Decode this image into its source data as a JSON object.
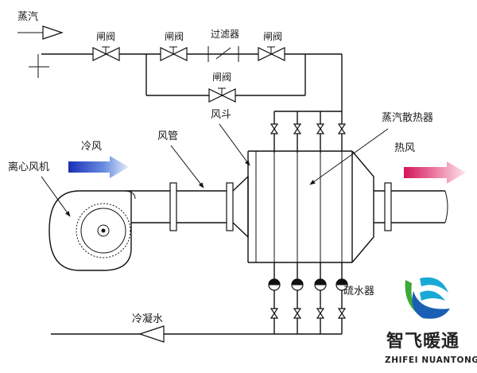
{
  "labels": {
    "steam": "蒸汽",
    "gate_valve": "闸阀",
    "filter": "过滤器",
    "air_duct": "风管",
    "air_hopper": "风斗",
    "steam_radiator": "蒸汽散热器",
    "cold_air": "冷风",
    "hot_air": "热风",
    "centrifugal_fan": "离心风机",
    "steam_trap": "疏水器",
    "condensate": "冷凝水"
  },
  "logo": {
    "name_cn": "智飞暖通",
    "name_en": "ZHIFEI NUANTONG"
  },
  "colors": {
    "cold_air_arrow": "#1e3fc7",
    "hot_air_arrow": "#d4145a",
    "logo_green": "#3aa935",
    "logo_blue": "#1a5fb4",
    "logo_cyan": "#19a9d6"
  }
}
